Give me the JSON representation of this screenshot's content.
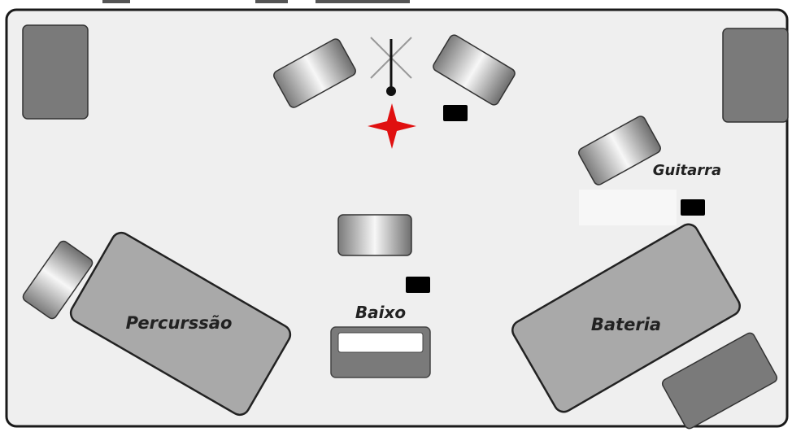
{
  "labels": {
    "guitar": "Guitarra",
    "bass": "Baixo",
    "percussion": "Percurssão",
    "drums": "Bateria"
  },
  "colors": {
    "room_border": "#1a1a1a",
    "room_fill": "#efefef",
    "equipment_gray": "#7a7a7a",
    "platform_gray": "#a9a9a9",
    "monitor_dark": "#8a8a8a",
    "monitor_light": "#f5f5f5",
    "black_box": "#000000",
    "star_red": "#e01010"
  },
  "icons": [
    "microphone-stand-icon",
    "performer-star-icon"
  ]
}
